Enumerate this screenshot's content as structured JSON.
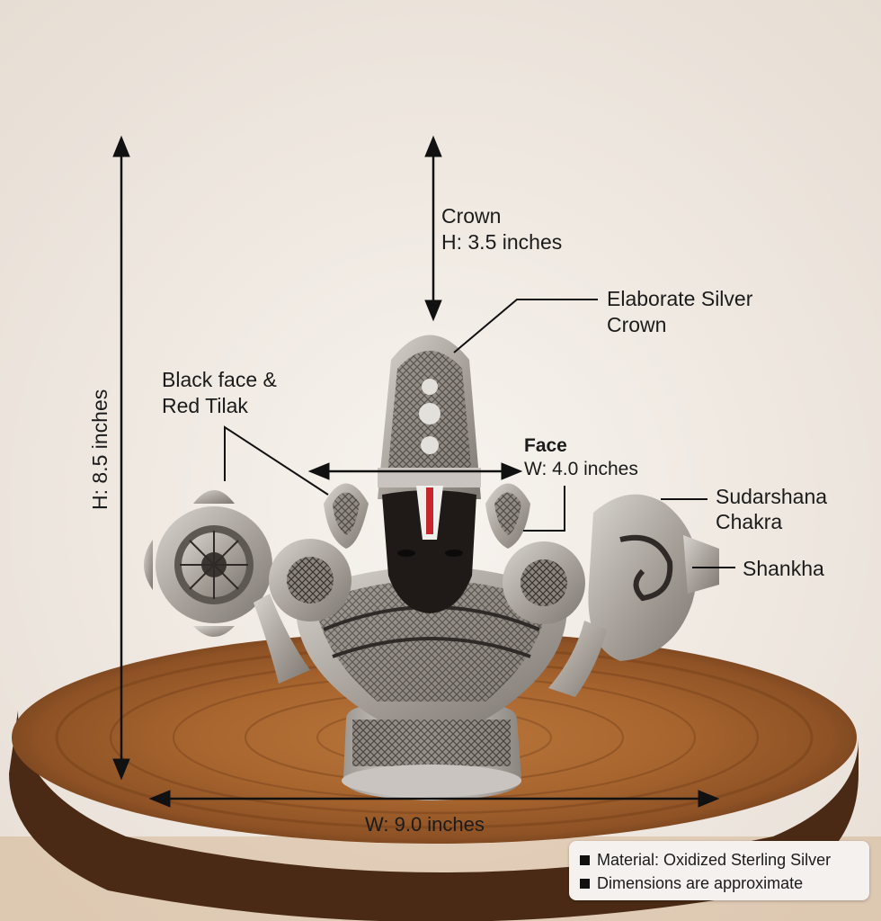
{
  "labels": {
    "crown_title": "Crown",
    "crown_height": "H: 3.5 inches",
    "elaborate_line1": "Elaborate Silver",
    "elaborate_line2": "Crown",
    "face_tilak_line1": "Black face &",
    "face_tilak_line2": "Red Tilak",
    "face_title": "Face",
    "face_width": "W: 4.0 inches",
    "chakra_line1": "Sudarshana",
    "chakra_line2": "Chakra",
    "shankha": "Shankha",
    "overall_height": "H: 8.5 inches",
    "overall_width": "W: 9.0 inches"
  },
  "notes": [
    "Material: Oxidized Sterling Silver",
    "Dimensions are approximate"
  ],
  "colors": {
    "background": "#f1ece6",
    "wood": "#a8672f",
    "silver": "#b9b3ad",
    "face": "#1f1a18",
    "tilak_red": "#c6262e"
  }
}
